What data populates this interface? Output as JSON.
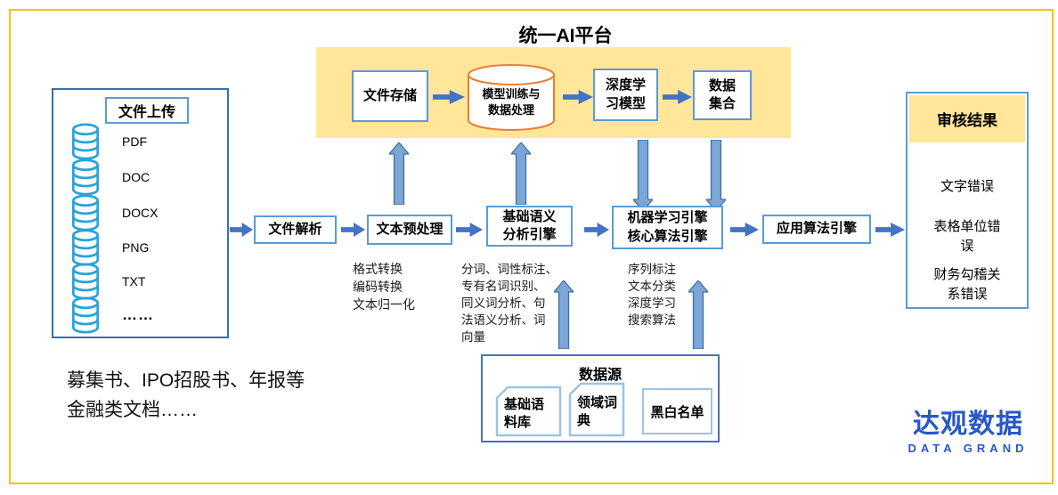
{
  "title": "统一AI平台",
  "upload_panel": {
    "header": "文件上传",
    "items": [
      "PDF",
      "DOC",
      "DOCX",
      "PNG",
      "TXT",
      "……"
    ]
  },
  "platform": {
    "file_storage": "文件存储",
    "model_training": "模型训练与\n数据处理",
    "deep_learning": "深度学\n习模型",
    "data_collection": "数据\n集合"
  },
  "pipeline": {
    "file_parsing": "文件解析",
    "preprocessing": "文本预处理",
    "preprocessing_notes": "格式转换\n编码转换\n文本归一化",
    "semantic_engine": "基础语义\n分析引擎",
    "semantic_notes": "分词、词性标注、\n专有名词识别、\n同义词分析、句\n法语义分析、词\n向量",
    "ml_engine": "机器学习引擎\n核心算法引擎",
    "ml_notes": "序列标注\n文本分类\n深度学习\n搜索算法",
    "application_engine": "应用算法引擎"
  },
  "data_source": {
    "header": "数据源",
    "items": [
      "基础语\n料库",
      "领域词\n典",
      "黑白名单"
    ]
  },
  "audit_panel": {
    "header": "审核结果",
    "items": [
      "文字错误",
      "表格单位错\n误",
      "财务勾稽关\n系错误"
    ]
  },
  "caption": "募集书、IPO招股书、年报等\n金融类文档……",
  "logo": {
    "name": "达观数据",
    "subtitle": "DATA GRAND"
  },
  "colors": {
    "frame_gold": "#FFC000",
    "banner_yellow": "#FFE699",
    "arrow_blue": "#4472C4",
    "box_border_blue": "#5B9BD5",
    "panel_border_blue": "#2E74B5",
    "cylinder_orange": "#ED7D31",
    "database_icon_blue": "#29A3DC",
    "logo_blue": "#2857C8"
  }
}
